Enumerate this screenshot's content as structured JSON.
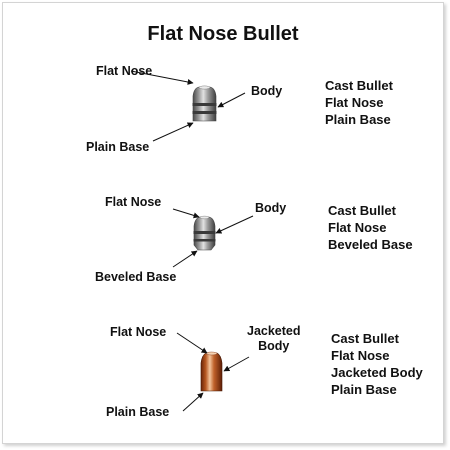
{
  "title": "Flat Nose Bullet",
  "bullets": [
    {
      "labels": {
        "nose": "Flat Nose",
        "body": "Body",
        "base": "Plain Base"
      },
      "description": [
        "Cast Bullet",
        "Flat Nose",
        "Plain Base"
      ],
      "icon": "cast-bullet-plain-base-icon"
    },
    {
      "labels": {
        "nose": "Flat Nose",
        "body": "Body",
        "base": "Beveled Base"
      },
      "description": [
        "Cast Bullet",
        "Flat Nose",
        "Beveled Base"
      ],
      "icon": "cast-bullet-beveled-base-icon"
    },
    {
      "labels": {
        "nose": "Flat Nose",
        "body_line1": "Jacketed",
        "body_line2": "Body",
        "base": "Plain Base"
      },
      "description": [
        "Cast Bullet",
        "Flat Nose",
        "Jacketed Body",
        "Plain Base"
      ],
      "icon": "jacketed-bullet-icon"
    }
  ],
  "colors": {
    "cast_light": "#d8d8d8",
    "cast_dark": "#5a5a5a",
    "copper_light": "#f2c39a",
    "copper_dark": "#8a3410"
  }
}
